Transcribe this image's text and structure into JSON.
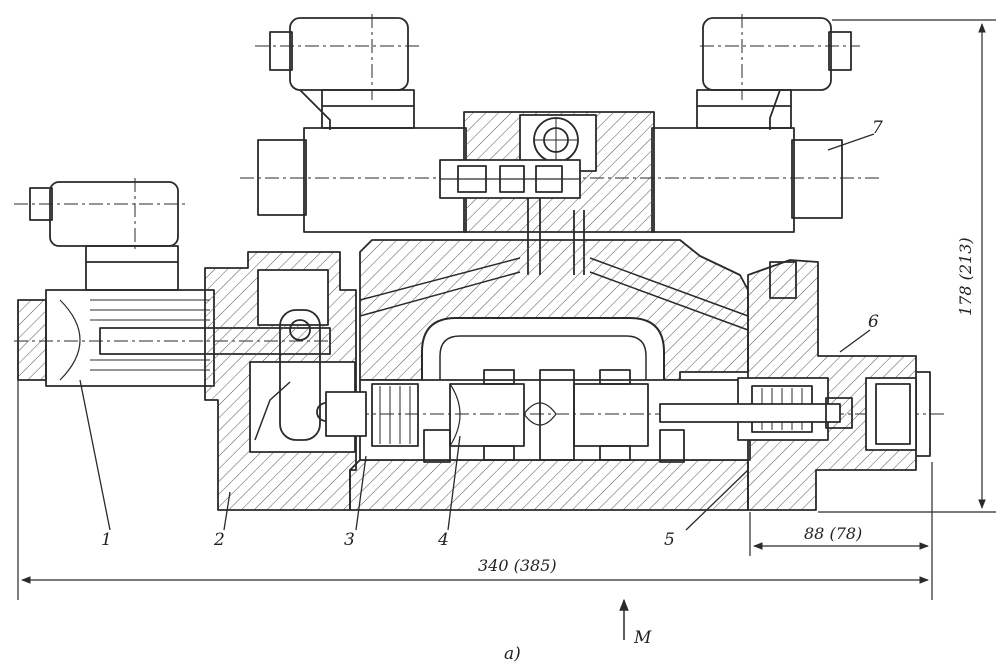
{
  "callouts": [
    "1",
    "2",
    "3",
    "4",
    "5",
    "6",
    "7"
  ],
  "dimensions": {
    "overall_length": "340 (385)",
    "right_section": "88 (78)",
    "height": "178 (213)"
  },
  "caption": "a)",
  "view_arrow_label": "M",
  "colors": {
    "line": "#2a2a2a",
    "hatch": "#555555",
    "paper": "#ffffff"
  }
}
